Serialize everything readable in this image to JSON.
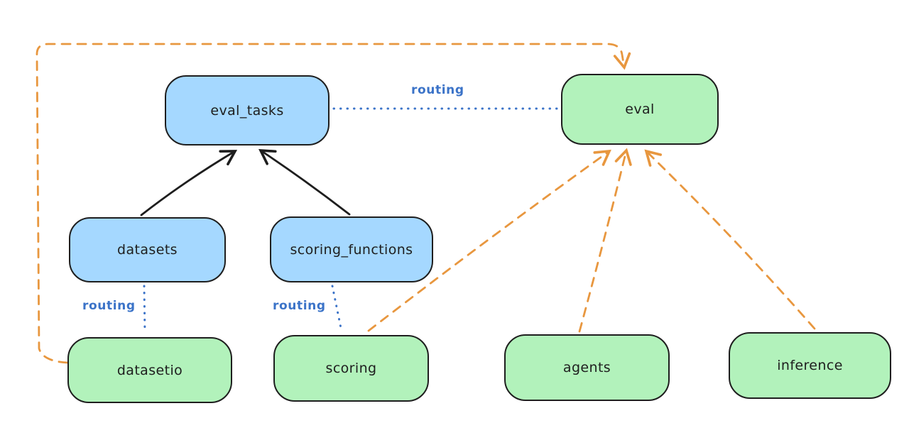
{
  "diagram": {
    "background": "#ffffff",
    "colors": {
      "node_stroke": "#1e1e1e",
      "blue_node_fill": "#a5d8ff",
      "green_node_fill": "#b2f2bb",
      "routing_line_blue": "#3b73c8",
      "provider_line_orange": "#e8973f",
      "dependency_line_black": "#1e1e1e"
    },
    "nodes": [
      {
        "id": "eval_tasks",
        "label": "eval_tasks",
        "color": "blue"
      },
      {
        "id": "eval",
        "label": "eval",
        "color": "green"
      },
      {
        "id": "datasets",
        "label": "datasets",
        "color": "blue"
      },
      {
        "id": "scoring_functions",
        "label": "scoring_functions",
        "color": "blue"
      },
      {
        "id": "datasetio",
        "label": "datasetio",
        "color": "green"
      },
      {
        "id": "scoring",
        "label": "scoring",
        "color": "green"
      },
      {
        "id": "agents",
        "label": "agents",
        "color": "green"
      },
      {
        "id": "inference",
        "label": "inference",
        "color": "green"
      }
    ],
    "edges": [
      {
        "from": "datasets",
        "to": "eval_tasks",
        "style": "solid",
        "color": "black",
        "arrow": true,
        "label": ""
      },
      {
        "from": "scoring_functions",
        "to": "eval_tasks",
        "style": "solid",
        "color": "black",
        "arrow": true,
        "label": ""
      },
      {
        "from": "eval_tasks",
        "to": "eval",
        "style": "dotted",
        "color": "blue",
        "arrow": false,
        "label": "routing"
      },
      {
        "from": "datasets",
        "to": "datasetio",
        "style": "dotted",
        "color": "blue",
        "arrow": false,
        "label": "routing"
      },
      {
        "from": "scoring_functions",
        "to": "scoring",
        "style": "dotted",
        "color": "blue",
        "arrow": false,
        "label": "routing"
      },
      {
        "from": "datasetio",
        "to": "eval",
        "style": "dashed",
        "color": "orange",
        "arrow": true,
        "label": ""
      },
      {
        "from": "scoring",
        "to": "eval",
        "style": "dashed",
        "color": "orange",
        "arrow": true,
        "label": ""
      },
      {
        "from": "agents",
        "to": "eval",
        "style": "dashed",
        "color": "orange",
        "arrow": true,
        "label": ""
      },
      {
        "from": "inference",
        "to": "eval",
        "style": "dashed",
        "color": "orange",
        "arrow": true,
        "label": ""
      }
    ]
  }
}
